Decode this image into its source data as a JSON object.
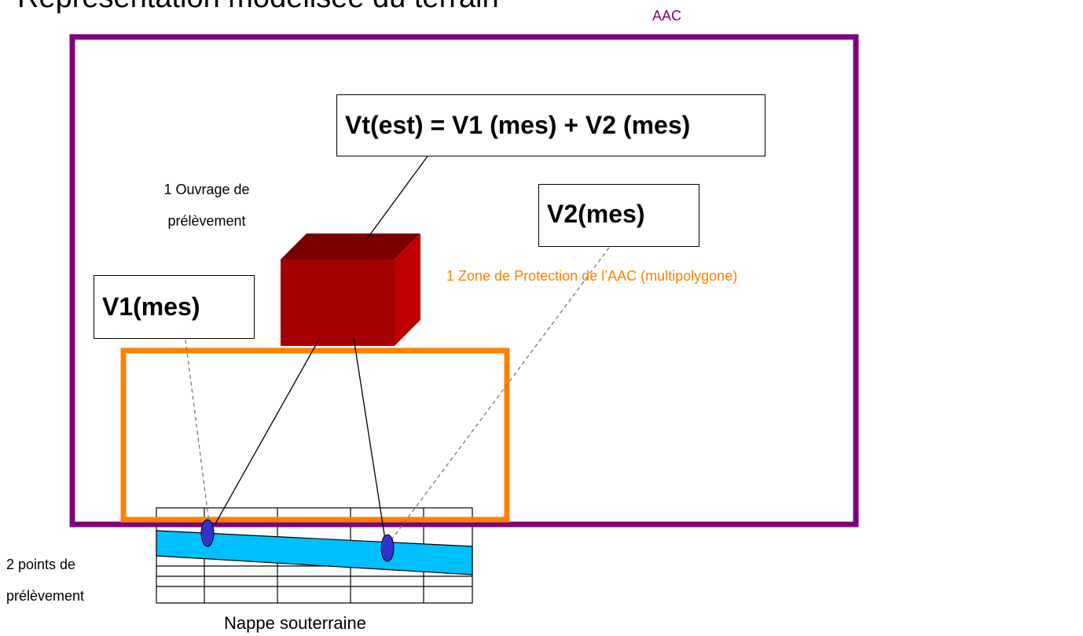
{
  "title": "Représentation modélisée du terrain",
  "aac": {
    "label": "AAC",
    "color": "#800080"
  },
  "formula": {
    "text": "Vt(est) = V1 (mes) + V2 (mes)"
  },
  "ouvrage": {
    "line1": "1 Ouvrage de",
    "line2": "prélèvement",
    "color_front": "#A50000",
    "color_side": "#C00000",
    "color_top": "#7A0000"
  },
  "v2": {
    "label": "V2(mes)"
  },
  "v1": {
    "label": "V1(mes)"
  },
  "zone": {
    "label": "1 Zone de Protection de l’AAC (multipolygone)",
    "color": "#FF8000"
  },
  "points": {
    "line1": "2 points de",
    "line2": "prélèvement",
    "color": "#3333CC"
  },
  "nappe": {
    "label": "Nappe souterraine",
    "color": "#00BFFF"
  }
}
